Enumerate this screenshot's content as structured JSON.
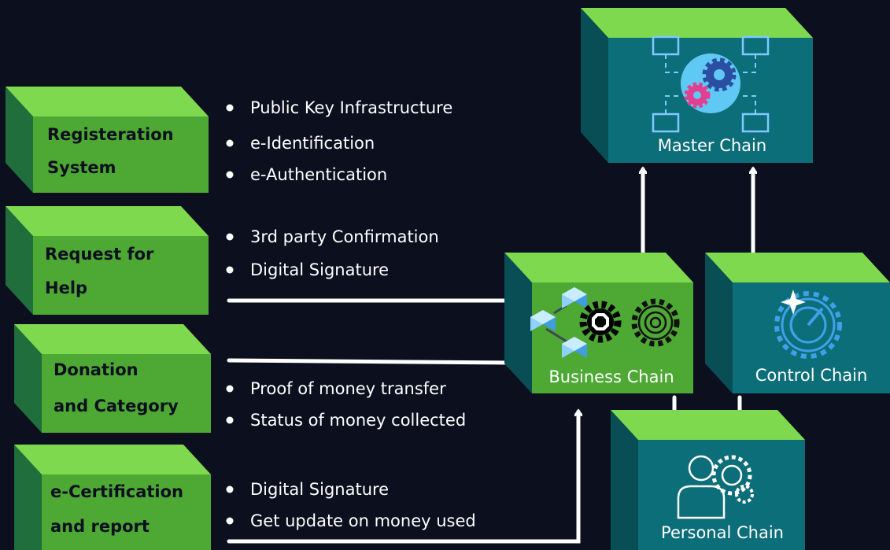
{
  "left_boxes": [
    {
      "id": "registration",
      "line1": "Registeration",
      "line2": "System",
      "bullets": [
        "Public Key Infrastructure",
        "e-Identification",
        "e-Authentication"
      ]
    },
    {
      "id": "request",
      "line1": "Request for",
      "line2": "Help",
      "bullets": [
        "3rd party Confirmation",
        "Digital Signature"
      ]
    },
    {
      "id": "donation",
      "line1": "Donation",
      "line2": "and Category",
      "bullets": [
        "Proof of money transfer",
        "Status of money collected"
      ]
    },
    {
      "id": "certification",
      "line1": "e-Certification",
      "line2": "and report",
      "bullets": [
        "Digital Signature",
        "Get update on money used"
      ]
    }
  ],
  "chains": {
    "master": {
      "label": "Master Chain",
      "icon": "gears-network-icon"
    },
    "business": {
      "label": "Business Chain",
      "icon": "blockchain-gears-icon"
    },
    "control": {
      "label": "Control Chain",
      "icon": "gear-gauge-icon"
    },
    "personal": {
      "label": "Personal Chain",
      "icon": "user-gear-icon"
    }
  },
  "colors": {
    "background": "#0b0f1e",
    "green_front": "#4ea834",
    "green_top": "#7fd94f",
    "teal_front": "#0c6e78",
    "teal_side": "#0a4e55",
    "arrow": "#ffffff"
  }
}
